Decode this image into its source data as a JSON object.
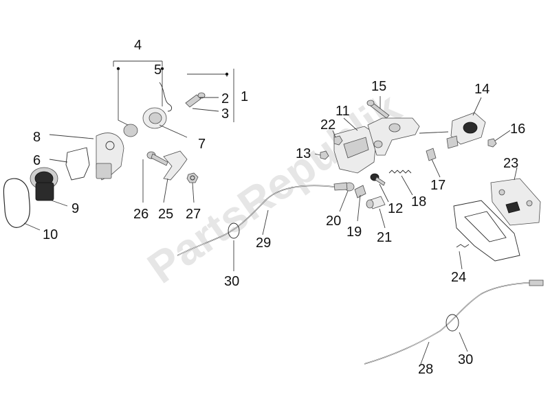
{
  "watermark": "PartsRepublik",
  "labels": {
    "l1": "1",
    "l2": "2",
    "l3": "3",
    "l4": "4",
    "l5": "5",
    "l6": "6",
    "l7": "7",
    "l8": "8",
    "l9": "9",
    "l10": "10",
    "l11": "11",
    "l12": "12",
    "l13": "13",
    "l14": "14",
    "l15": "15",
    "l16": "16",
    "l17": "17",
    "l18": "18",
    "l19": "19",
    "l20": "20",
    "l21": "21",
    "l22": "22",
    "l23": "23",
    "l24": "24",
    "l25": "25",
    "l26": "26",
    "l27": "27",
    "l28": "28",
    "l29": "29",
    "l30a": "30",
    "l30b": "30"
  },
  "colors": {
    "ink": "#111111",
    "line": "#3a3a3a",
    "watermark": "#d2d2d2"
  }
}
